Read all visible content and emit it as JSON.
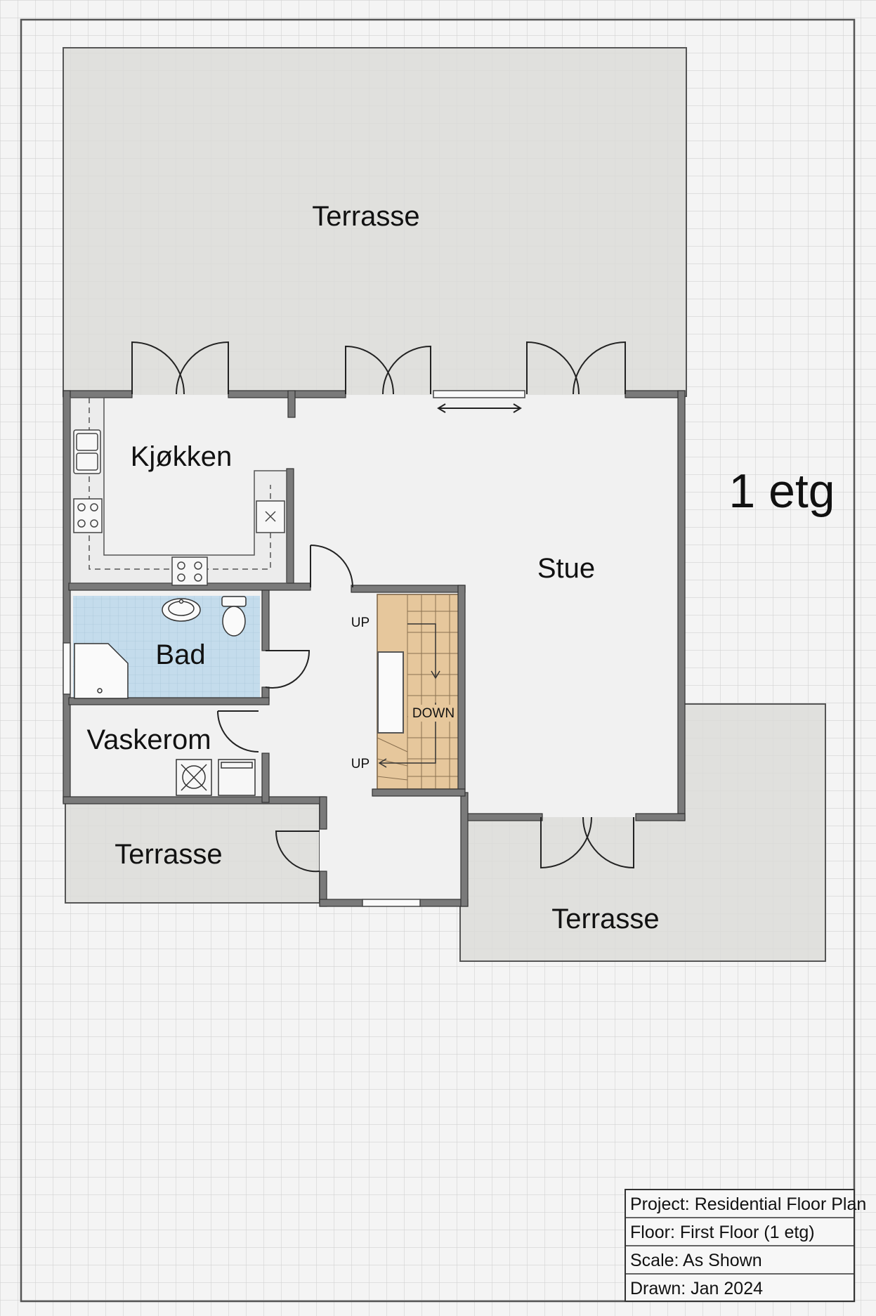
{
  "floor_label": "1 etg",
  "rooms": {
    "terrace_top": "Terrasse",
    "kitchen": "Kjøkken",
    "living": "Stue",
    "bathroom": "Bad",
    "laundry": "Vaskerom",
    "terrace_bottom_left": "Terrasse",
    "terrace_bottom_right": "Terrasse"
  },
  "stairs": {
    "up_label_top": "UP",
    "down_label": "DOWN",
    "up_label_bottom": "UP"
  },
  "title_block": {
    "project": "Project: Residential Floor Plan",
    "floor": "Floor: First Floor (1 etg)",
    "scale": "Scale: As Shown",
    "drawn": "Drawn: Jan 2024"
  },
  "colors": {
    "grid_line": "#d2d2d2",
    "paper": "#f4f4f4",
    "terrace": "#dcdcd8",
    "interior": "#f1f1f1",
    "wall": "#7a7a7a",
    "bathroom": "#c4dcec",
    "stairs": "#e6c79c"
  }
}
